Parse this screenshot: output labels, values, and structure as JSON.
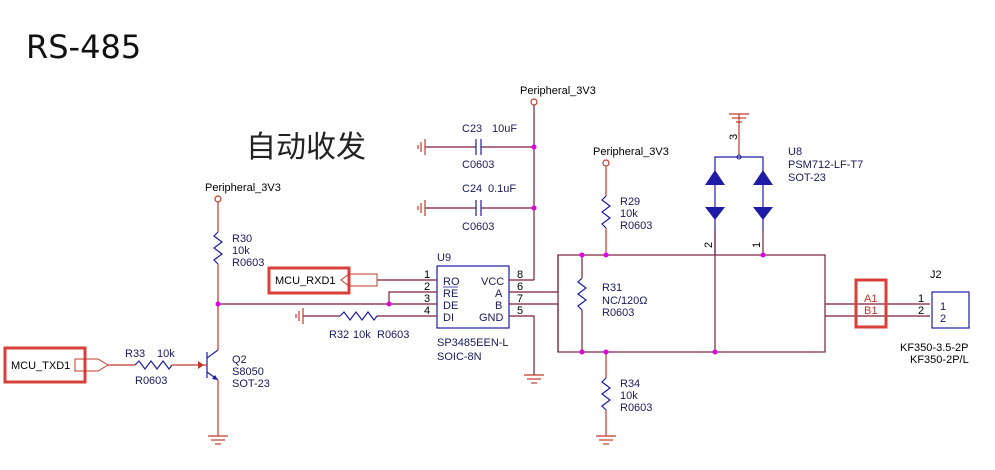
{
  "title": "RS-485",
  "subtitle": "自动收发",
  "power_net": "Peripheral_3V3",
  "net_labels": {
    "mcu_rxd": "MCU_RXD1",
    "mcu_txd": "MCU_TXD1",
    "a1": "A1",
    "b1": "B1"
  },
  "components": {
    "c23": {
      "ref": "C23",
      "value": "10uF",
      "footprint": "C0603"
    },
    "c24": {
      "ref": "C24",
      "value": "0.1uF",
      "footprint": "C0603"
    },
    "r29": {
      "ref": "R29",
      "value": "10k",
      "footprint": "R0603"
    },
    "r30": {
      "ref": "R30",
      "value": "10k",
      "footprint": "R0603"
    },
    "r31": {
      "ref": "R31",
      "value": "NC/120Ω",
      "footprint": "R0603"
    },
    "r32": {
      "ref": "R32",
      "value": "10k",
      "footprint": "R0603"
    },
    "r33": {
      "ref": "R33",
      "value": "10k",
      "footprint": "R0603"
    },
    "r34": {
      "ref": "R34",
      "value": "10k",
      "footprint": "R0603"
    },
    "q2": {
      "ref": "Q2",
      "value": "S8050",
      "footprint": "SOT-23"
    },
    "u8": {
      "ref": "U8",
      "value": "PSM712-LF-T7",
      "footprint": "SOT-23",
      "pins": [
        "3",
        "2",
        "1"
      ]
    },
    "u9": {
      "ref": "U9",
      "value": "SP3485EEN-L",
      "footprint": "SOIC-8N",
      "left_pins": [
        {
          "num": "1",
          "name": "RO"
        },
        {
          "num": "2",
          "name": "RE"
        },
        {
          "num": "3",
          "name": "DE"
        },
        {
          "num": "4",
          "name": "DI"
        }
      ],
      "right_pins": [
        {
          "num": "8",
          "name": "VCC"
        },
        {
          "num": "6",
          "name": "A"
        },
        {
          "num": "7",
          "name": "B"
        },
        {
          "num": "5",
          "name": "GND"
        }
      ]
    },
    "j2": {
      "ref": "J2",
      "value": "KF350-3.5-2P",
      "footprint": "KF350-2P/L",
      "pins": [
        "1",
        "2"
      ]
    }
  }
}
